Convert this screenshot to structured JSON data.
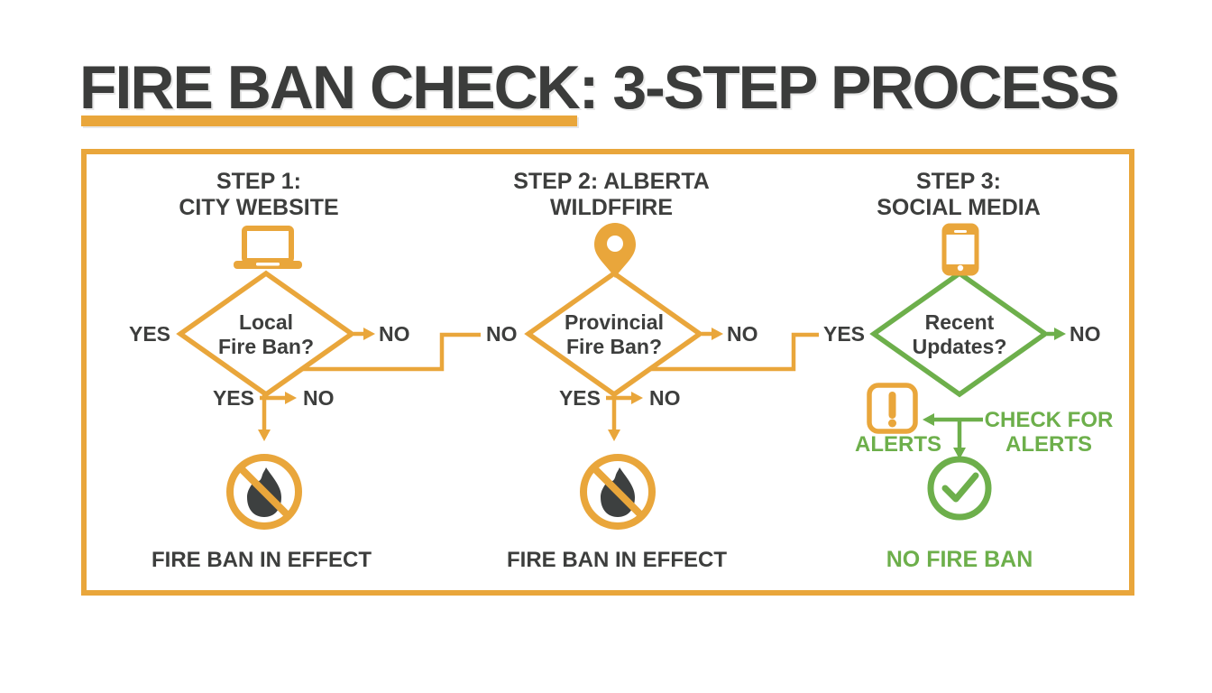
{
  "title": "FIRE BAN CHECK: 3-STEP PROCESS",
  "colors": {
    "yellow": "#e9a63b",
    "green": "#6daf4b",
    "dark": "#3d3e3d",
    "background": "#ffffff"
  },
  "steps": [
    {
      "header1": "STEP 1:",
      "header2": "CITY WEBSITE",
      "icon": "laptop-icon",
      "q1": "Local",
      "q2": "Fire Ban?",
      "left_label": "YES",
      "right_label": "NO",
      "branch_yes": "YES",
      "branch_no": "NO",
      "result_icon": "no-fire-icon",
      "result": "FIRE BAN IN EFFECT"
    },
    {
      "header1": "STEP 2: ALBERTA",
      "header2": "WILDFFIRE",
      "icon": "map-pin-icon",
      "q1": "Provincial",
      "q2": "Fire Ban?",
      "incoming_label": "NO",
      "right_label": "NO",
      "branch_yes": "YES",
      "branch_no": "NO",
      "result_icon": "no-fire-icon",
      "result": "FIRE BAN IN EFFECT"
    },
    {
      "header1": "STEP 3:",
      "header2": "SOCIAL MEDIA",
      "icon": "smartphone-icon",
      "q1": "Recent",
      "q2": "Updates?",
      "incoming_label": "YES",
      "right_label": "NO",
      "alerts_label": "ALERTS",
      "alert_icon": "alert-exclamation-icon",
      "check_for1": "CHECK FOR",
      "check_for2": "ALERTS",
      "result_icon": "check-circle-icon",
      "result": "NO FIRE BAN"
    }
  ]
}
